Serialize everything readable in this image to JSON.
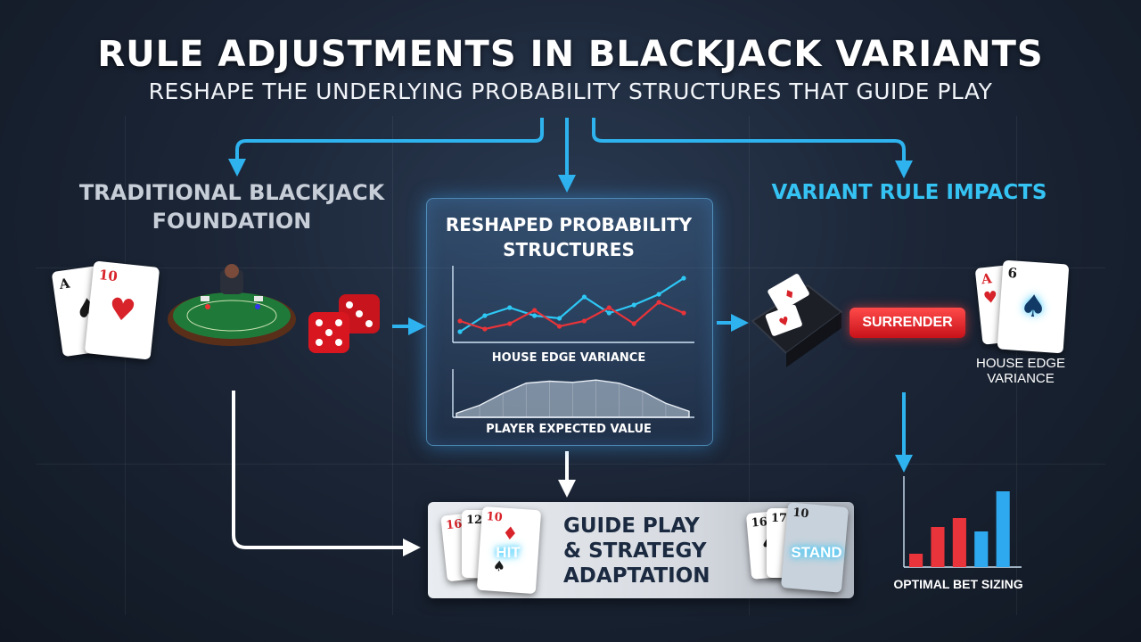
{
  "header": {
    "title": "RULE ADJUSTMENTS IN BLACKJACK VARIANTS",
    "subtitle": "RESHAPE THE UNDERLYING PROBABILITY STRUCTURES THAT GUIDE PLAY"
  },
  "left": {
    "heading_line1": "TRADITIONAL BLACKJACK",
    "heading_line2": "FOUNDATION",
    "cards": [
      {
        "rank": "A",
        "suit": "♠"
      },
      {
        "rank": "10",
        "suit": "♥"
      }
    ]
  },
  "center": {
    "title_line1": "RESHAPED PROBABILITY",
    "title_line2": "STRUCTURES",
    "chart1_label": "HOUSE EDGE VARIANCE",
    "chart2_label": "PLAYER EXPECTED VALUE"
  },
  "right": {
    "heading": "VARIANT RULE IMPACTS",
    "surrender_label": "SURRENDER",
    "house_edge_line1": "HOUSE EDGE",
    "house_edge_line2": "VARIANCE",
    "bet_sizing_label": "OPTIMAL BET SIZING",
    "cards": [
      {
        "rank": "A",
        "suit": "♥"
      },
      {
        "rank": "6",
        "suit": "♠"
      }
    ]
  },
  "strategy": {
    "line1": "GUIDE PLAY",
    "line2": "& STRATEGY",
    "line3": "ADAPTATION",
    "hit_label": "HIT",
    "stand_label": "STAND",
    "left_cards": [
      "16",
      "12",
      "10"
    ],
    "right_cards": [
      "16",
      "17",
      "10"
    ]
  },
  "colors": {
    "accent_blue": "#35c3f3",
    "red_line": "#e8343a",
    "surrender_red": "#e3161f"
  },
  "chart_data": [
    {
      "type": "line",
      "title": "HOUSE EDGE VARIANCE",
      "x": [
        0,
        1,
        2,
        3,
        4,
        5,
        6,
        7,
        8,
        9
      ],
      "series": [
        {
          "values": [
            2,
            5,
            6.5,
            5,
            4.5,
            8.5,
            5.5,
            7,
            9,
            12
          ]
        },
        {
          "values": [
            4,
            2.5,
            3.5,
            6,
            3,
            4,
            6.5,
            3.5,
            7.5,
            5.5
          ]
        }
      ],
      "ylim": [
        0,
        14
      ]
    },
    {
      "type": "area",
      "title": "PLAYER EXPECTED VALUE",
      "x": [
        0,
        1,
        2,
        3,
        4,
        5,
        6,
        7,
        8,
        9,
        10
      ],
      "values": [
        1,
        3,
        6,
        8.5,
        9,
        8.7,
        9.3,
        8.5,
        6.5,
        3.5,
        1.5
      ],
      "ylim": [
        0,
        12
      ]
    },
    {
      "type": "bar",
      "title": "OPTIMAL BET SIZING",
      "categories": [
        "1",
        "2",
        "3",
        "4",
        "5"
      ],
      "values": [
        1.5,
        4.5,
        5.5,
        4,
        8.5
      ],
      "colors": [
        "#e8343a",
        "#e8343a",
        "#e8343a",
        "#2ea8ee",
        "#2ea8ee"
      ],
      "ylim": [
        0,
        10
      ]
    }
  ]
}
